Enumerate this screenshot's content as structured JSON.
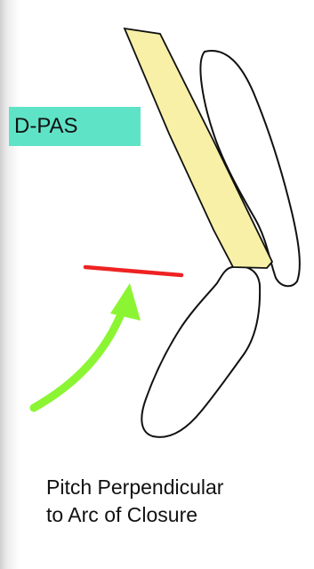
{
  "label": {
    "text": "D-PAS",
    "bg_color": "#5fe3c6"
  },
  "caption": {
    "line1": "Pitch Perpendicular",
    "line2": "to Arc of Closure"
  },
  "colors": {
    "plate": "#f7f0a6",
    "outline": "#111111",
    "red_line": "#ee2222",
    "arrow": "#8cf533"
  }
}
